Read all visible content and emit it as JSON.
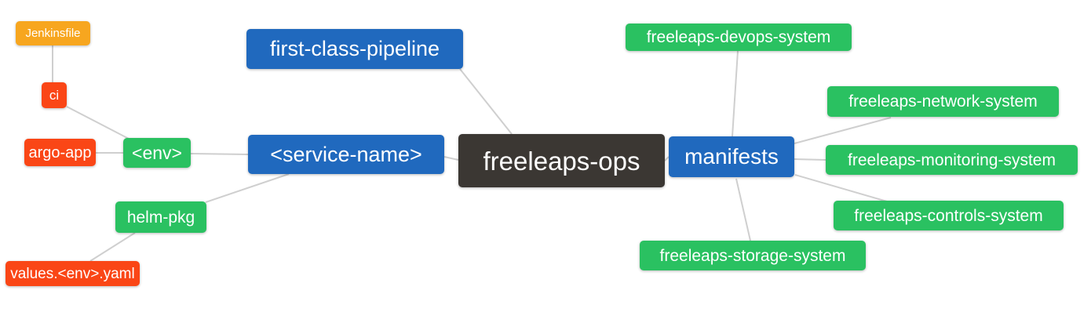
{
  "diagram": {
    "type": "mindmap",
    "root_label": "freeleaps-ops",
    "palette": {
      "blue": "#2069be",
      "green": "#2ac161",
      "red": "#fa4616",
      "orange": "#f7a61f",
      "dark": "#3b3733",
      "edge_gray": "#cfcfcf",
      "text": "#ffffff",
      "background": "#ffffff"
    },
    "nodes": {
      "freeleaps_ops": {
        "label": "freeleaps-ops",
        "color": "#3b3733"
      },
      "first_class_pipeline": {
        "label": "first-class-pipeline",
        "color": "#2069be"
      },
      "service_name": {
        "label": "<service-name>",
        "color": "#2069be"
      },
      "manifests": {
        "label": "manifests",
        "color": "#2069be"
      },
      "env": {
        "label": "<env>",
        "color": "#2ac161"
      },
      "helm_pkg": {
        "label": "helm-pkg",
        "color": "#2ac161"
      },
      "jenkinsfile": {
        "label": "Jenkinsfile",
        "color": "#f7a61f"
      },
      "ci": {
        "label": "ci",
        "color": "#fa4616"
      },
      "argo_app": {
        "label": "argo-app",
        "color": "#fa4616"
      },
      "values_env_yaml": {
        "label": "values.<env>.yaml",
        "color": "#fa4616"
      },
      "devops_system": {
        "label": "freeleaps-devops-system",
        "color": "#2ac161"
      },
      "network_system": {
        "label": "freeleaps-network-system",
        "color": "#2ac161"
      },
      "monitoring_system": {
        "label": "freeleaps-monitoring-system",
        "color": "#2ac161"
      },
      "controls_system": {
        "label": "freeleaps-controls-system",
        "color": "#2ac161"
      },
      "storage_system": {
        "label": "freeleaps-storage-system",
        "color": "#2ac161"
      }
    },
    "edges": [
      [
        "jenkinsfile",
        "ci"
      ],
      [
        "ci",
        "env"
      ],
      [
        "argo_app",
        "env"
      ],
      [
        "env",
        "service_name"
      ],
      [
        "helm_pkg",
        "service_name"
      ],
      [
        "values_env_yaml",
        "helm_pkg"
      ],
      [
        "service_name",
        "freeleaps_ops"
      ],
      [
        "first_class_pipeline",
        "freeleaps_ops"
      ],
      [
        "freeleaps_ops",
        "manifests"
      ],
      [
        "manifests",
        "devops_system"
      ],
      [
        "manifests",
        "network_system"
      ],
      [
        "manifests",
        "monitoring_system"
      ],
      [
        "manifests",
        "controls_system"
      ],
      [
        "manifests",
        "storage_system"
      ]
    ]
  }
}
